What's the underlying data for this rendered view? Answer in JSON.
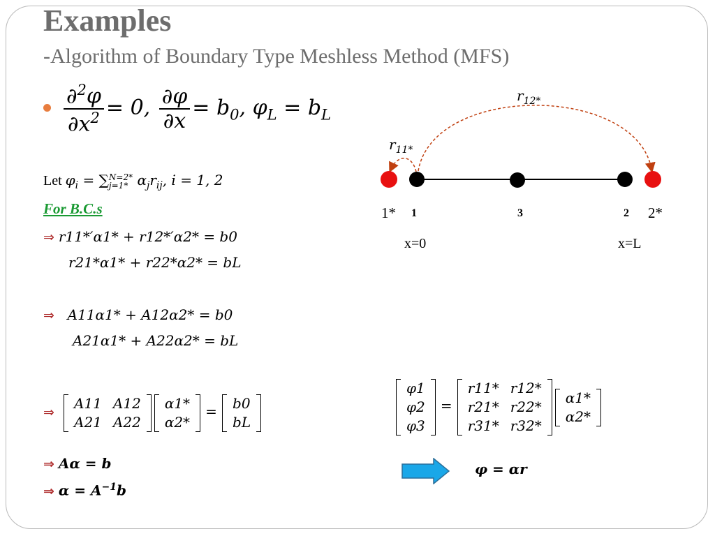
{
  "title": "Examples",
  "subtitle": "-Algorithm of Boundary Type Meshless Method (MFS)",
  "bullet_eq": {
    "d2phi": "∂",
    "two": "2",
    "phi": "φ",
    "dx": "∂x",
    "eq_zero": "= 0,",
    "eq_b0": "= b",
    "zero_sub": "0",
    "phiL": "φ",
    "L_sub": "L",
    "eq_bL": "= b"
  },
  "let_line": {
    "let": "Let",
    "expr": "φ",
    "i_sub": "i",
    "rest": " = ∑",
    "sum_upper": "N=2*",
    "sum_lower": "j=1*",
    "term": " α",
    "j": "j",
    "r": "r",
    "ij": "ij",
    "tail": ", i = 1, 2"
  },
  "bc_label": "For B.C.s",
  "arrow": "⇒",
  "eq_r1": "r11*′α1* + r12*′α2* = b0",
  "eq_r2": "r21*α1* + r22*α2* = bL",
  "eq_a1": "A11α1* + A12α2* = b0",
  "eq_a2": "A21α1* + A22α2* = bL",
  "matrix_A": [
    [
      "A11",
      "A12"
    ],
    [
      "A21",
      "A22"
    ]
  ],
  "vector_alpha": [
    "α1*",
    "α2*"
  ],
  "vector_b": [
    "b0",
    "bL"
  ],
  "eq_short": "Aα = b",
  "eq_inverse": "α = A",
  "inv_sup": "−1",
  "eq_inverse_b": "b",
  "phi_vector": [
    "φ1",
    "φ2",
    "φ3"
  ],
  "r_matrix": [
    [
      "r11*",
      "r12*"
    ],
    [
      "r21*",
      "r22*"
    ],
    [
      "r31*",
      "r32*"
    ]
  ],
  "alpha_vector2": [
    "α1*",
    "α2*"
  ],
  "eq_phi": "φ = αr",
  "diagram": {
    "r12_label": "r",
    "r12_sub": "12*",
    "r11_label": "r",
    "r11_sub": "11*",
    "node_labels": [
      "1*",
      "1",
      "3",
      "2",
      "2*"
    ],
    "x0": "x=0",
    "xL": "x=L",
    "colors": {
      "source": "#e81010",
      "node": "#000000",
      "arc": "#c04010",
      "arrow_fill": "#1aa7e8"
    }
  }
}
